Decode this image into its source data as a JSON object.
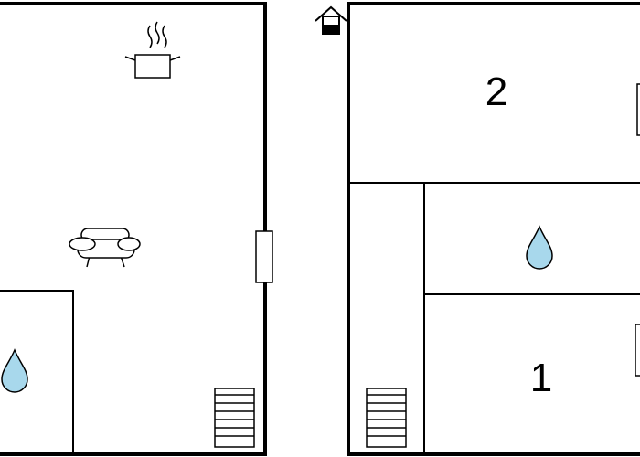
{
  "floorplan": {
    "rooms": [
      {
        "id": "bedroom-2",
        "label": "2"
      },
      {
        "id": "bedroom-1",
        "label": "1"
      }
    ],
    "icons": [
      {
        "name": "cooking-pot-icon",
        "meaning": "kitchen"
      },
      {
        "name": "armchair-icon",
        "meaning": "living room"
      },
      {
        "name": "water-drop-icon",
        "meaning": "bathroom"
      },
      {
        "name": "stairs-icon",
        "meaning": "stairs"
      },
      {
        "name": "house-entrance-icon",
        "meaning": "entrance"
      },
      {
        "name": "window-icon",
        "meaning": "window"
      }
    ],
    "colors": {
      "wall": "#000000",
      "water": "#a8d8ec",
      "background": "#ffffff"
    }
  }
}
